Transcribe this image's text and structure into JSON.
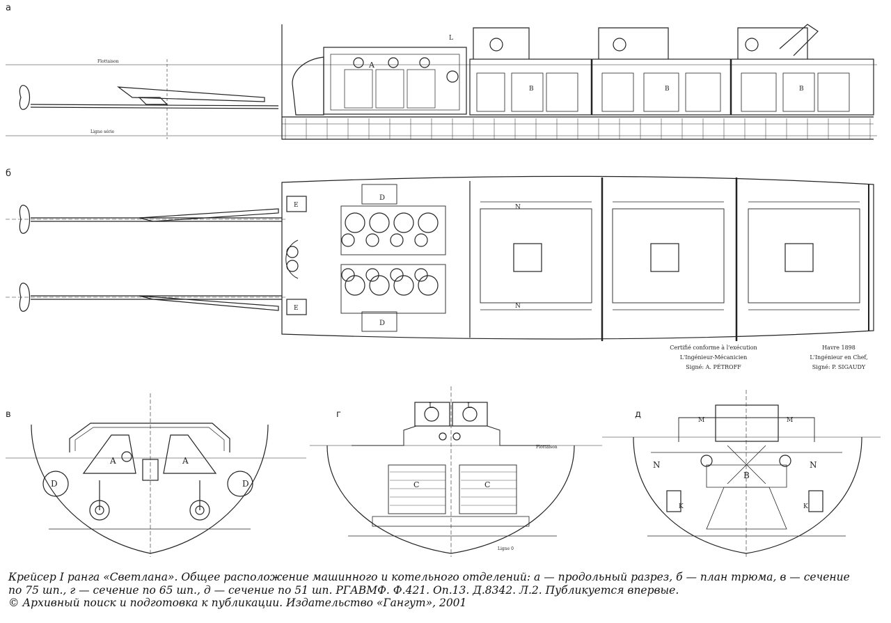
{
  "view_labels": {
    "a": "а",
    "b": "б",
    "v": "в",
    "g": "г",
    "d": "д"
  },
  "profile_notes": {
    "waterline": "Flottaison",
    "base_line": "Ligne série"
  },
  "compartment_letters": {
    "A": "A",
    "B": "B",
    "C": "C",
    "D": "D",
    "E": "E",
    "K": "K",
    "L": "L",
    "M": "M",
    "N": "N"
  },
  "section_notes": {
    "flottaison": "Flottaison",
    "ligne": "Ligne 0"
  },
  "certificate": {
    "left": {
      "line1": "Certifié conforme à l'exécution",
      "line2": "L'Ingénieur-Mécanicien",
      "line3": "Signé: A. PÉTROFF"
    },
    "right": {
      "line1": "Havre 1898",
      "line2": "L'Ingénieur en Chef,",
      "line3": "Signé: P. SIGAUDY"
    }
  },
  "caption": {
    "line1": "Крейсер I ранга «Светлана». Общее расположение машинного и котельного отделений: а — продольный разрез, б — план трюма, в — сечение",
    "line2": "по 75 шп., г — сечение по 65 шп., д — сечение по 51 шп. РГАВМФ. Ф.421. Оп.13. Д.8342. Л.2. Публикуется впервые.",
    "line3": "© Архивный поиск и подготовка к публикации. Издательство «Гангут», 2001"
  }
}
